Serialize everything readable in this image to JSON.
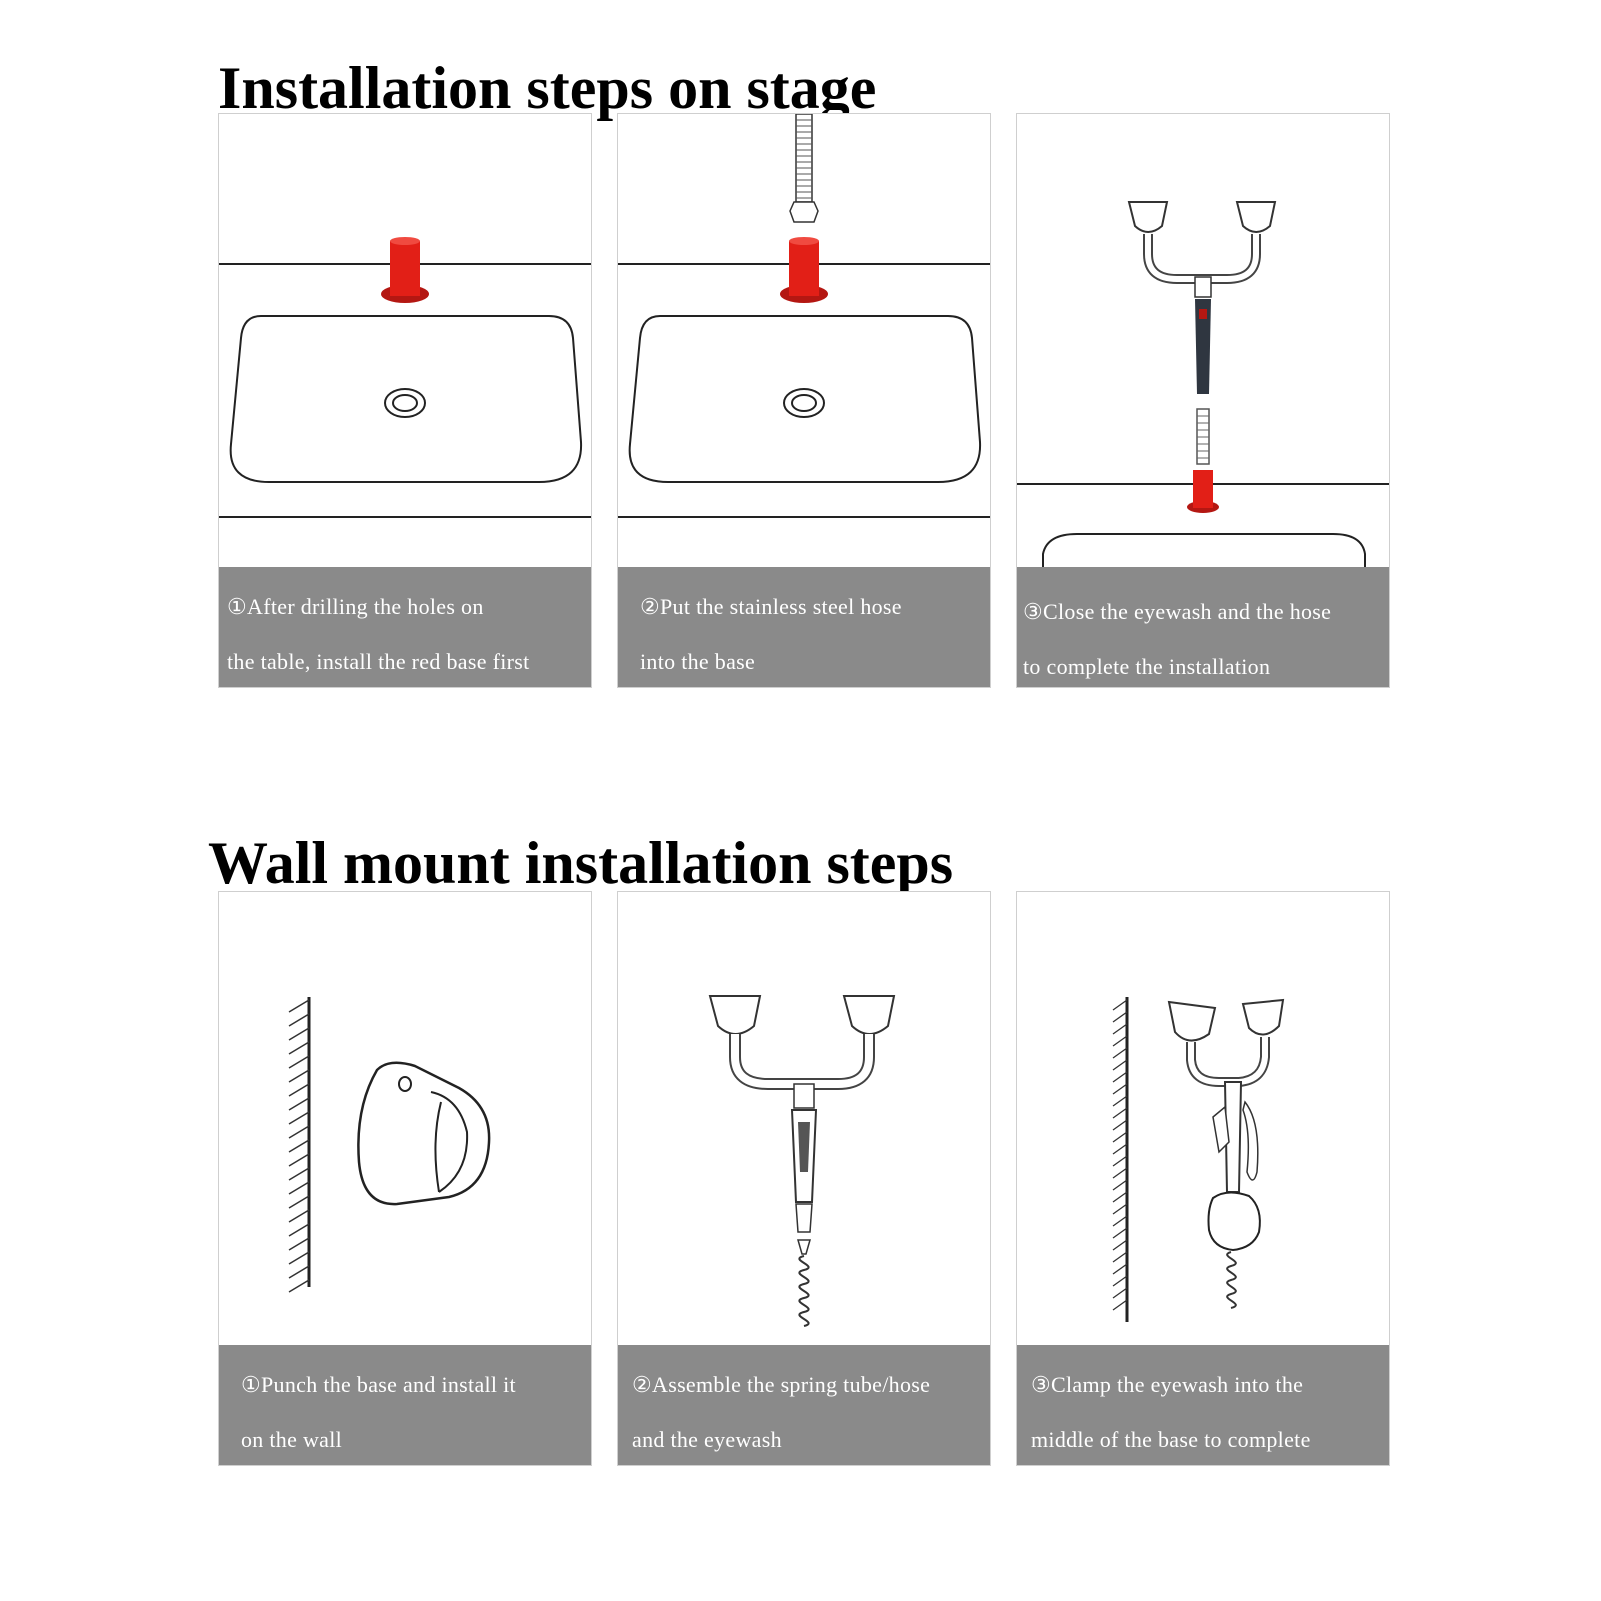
{
  "colors": {
    "caption_bg": "#8a8a8a",
    "red_base": "#e21f17",
    "line": "#222222"
  },
  "sections": [
    {
      "title": "Installation steps on stage",
      "steps": [
        {
          "line1": "①After drilling the holes on",
          "line2": "the table, install the red base first",
          "illustration": "red-base-on-table"
        },
        {
          "line1": "②Put the stainless steel hose",
          "line2": "into the base",
          "illustration": "hose-into-base"
        },
        {
          "line1": "③Close the eyewash and the hose",
          "line2": "to complete the installation",
          "illustration": "eyewash-assembled-on-table"
        }
      ]
    },
    {
      "title": "Wall mount installation steps",
      "steps": [
        {
          "line1": "①Punch the base and install it",
          "line2": "on the wall",
          "illustration": "wall-base-bracket"
        },
        {
          "line1": "②Assemble the spring tube/hose",
          "line2": "and the eyewash",
          "illustration": "eyewash-with-spring-hose"
        },
        {
          "line1": "③Clamp the eyewash into the",
          "line2": "middle of the base to complete",
          "illustration": "eyewash-clamped-on-wall"
        }
      ]
    }
  ]
}
